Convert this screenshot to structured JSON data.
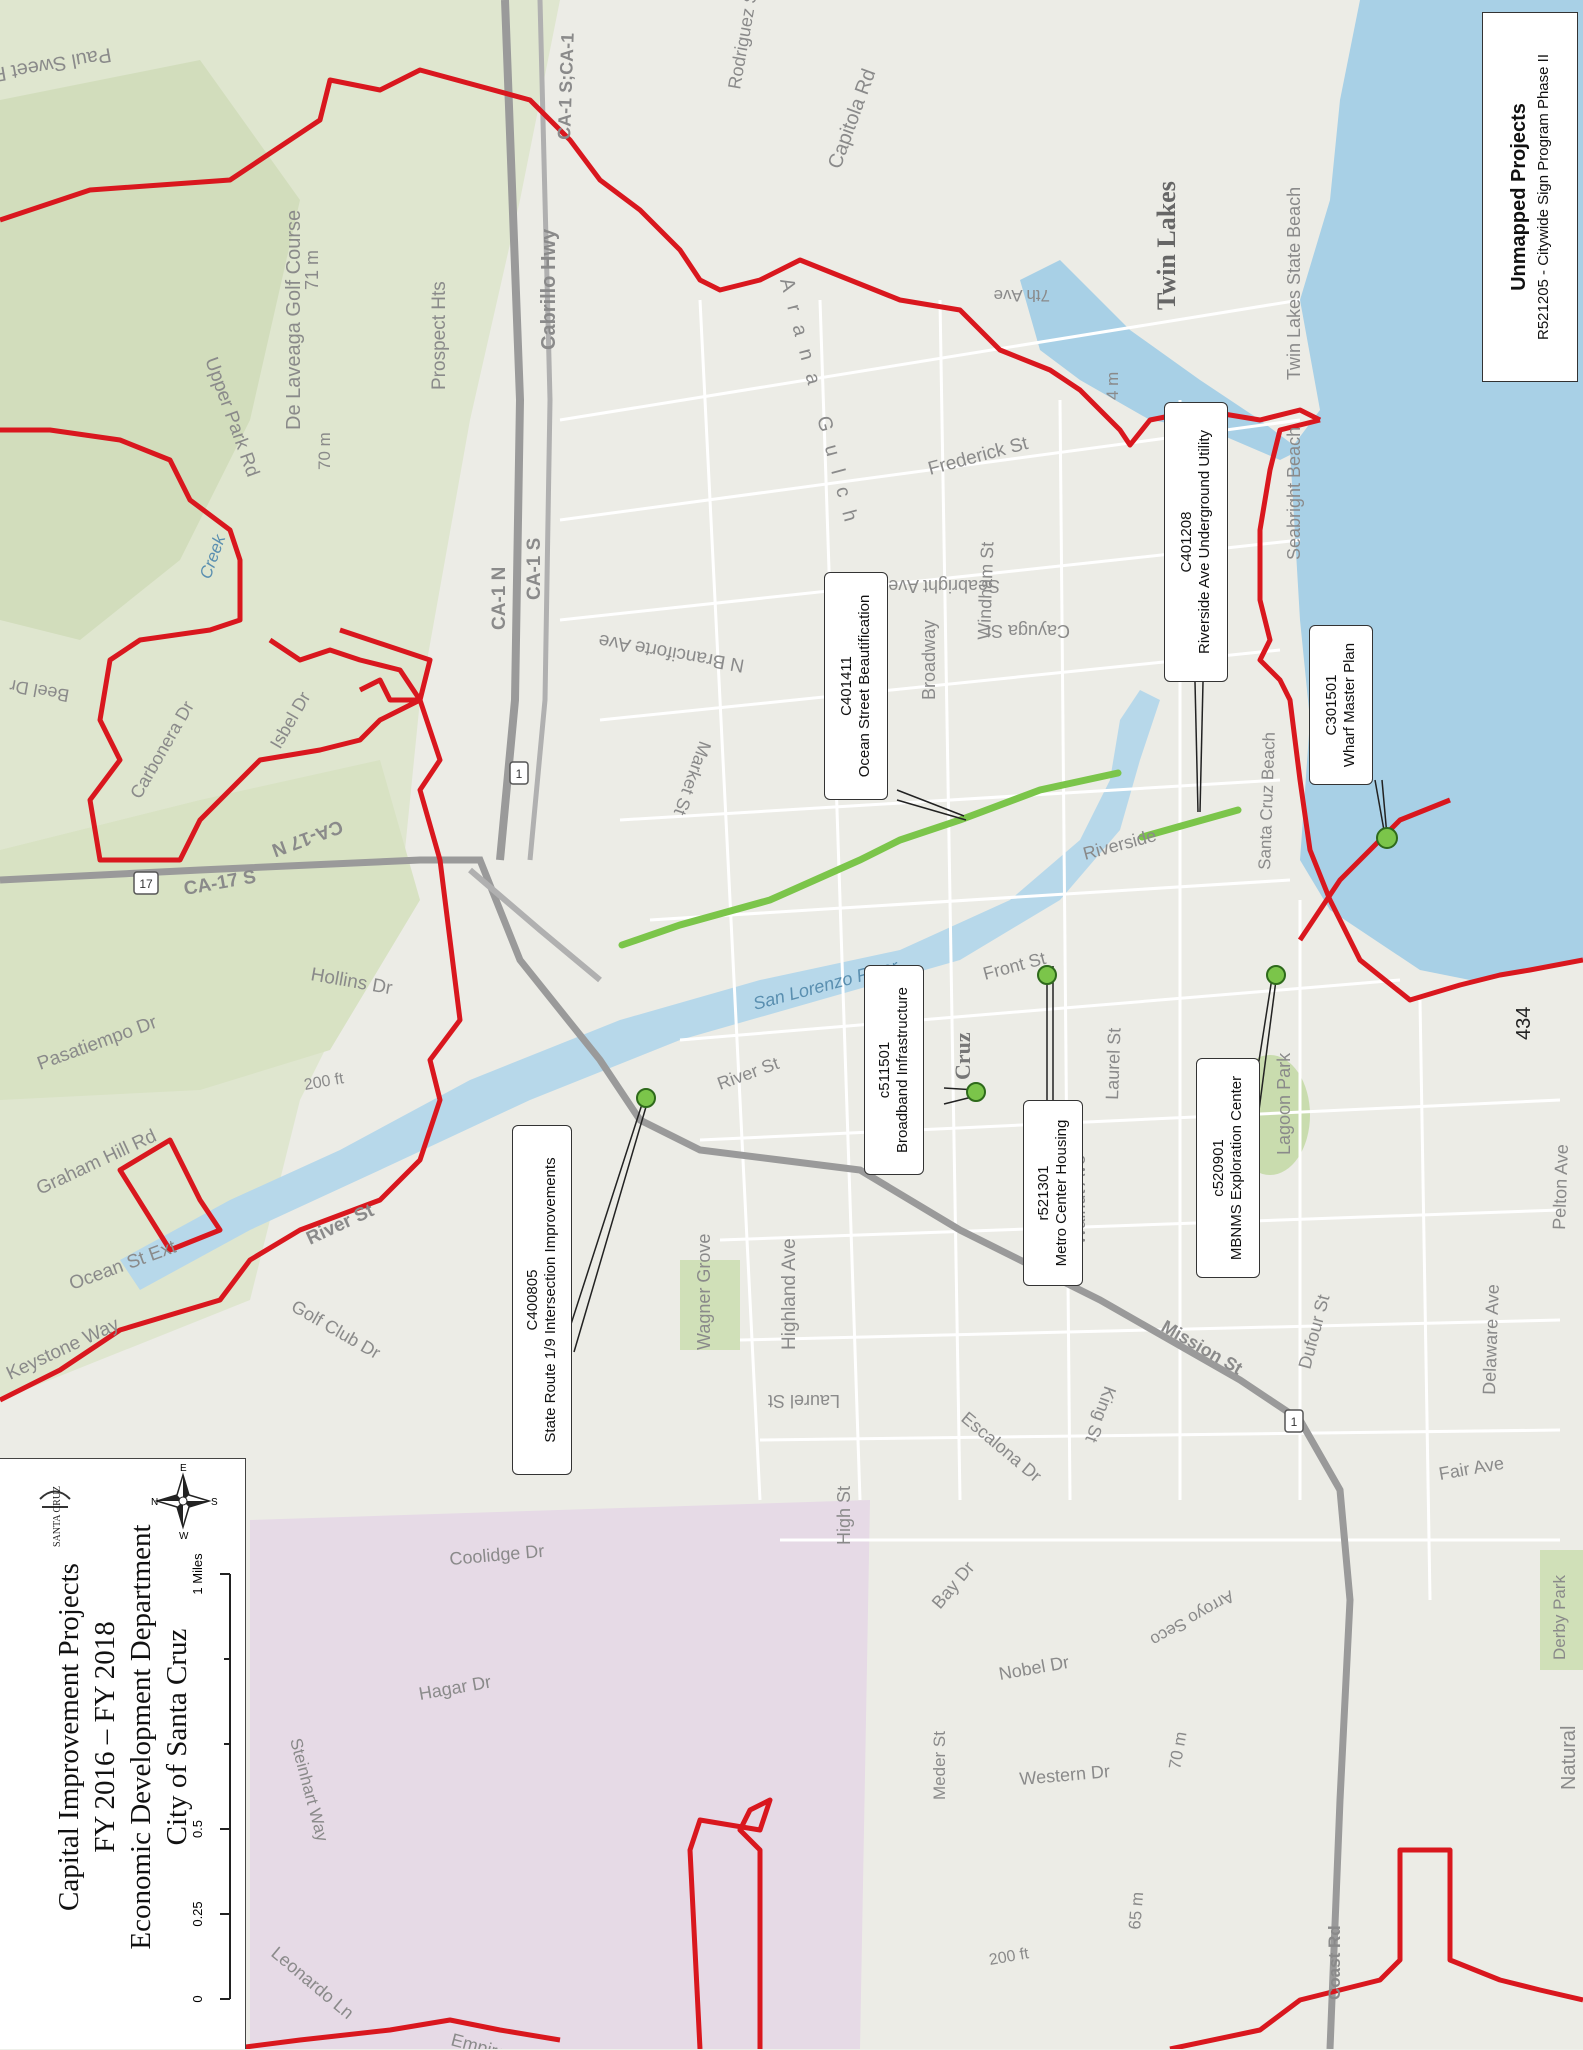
{
  "map": {
    "title_lines": [
      "Capital Improvement Projects",
      "FY 2016 – FY 2018",
      "Economic Development Department",
      "City of Santa Cruz"
    ],
    "logo_text": "SANTA CRUZ",
    "compass": {
      "n": "N",
      "s": "S",
      "e": "E",
      "w": "W"
    },
    "scale_bar": {
      "ticks": [
        "0",
        "0.25",
        "0.5",
        "1 Miles"
      ]
    },
    "unmapped": {
      "heading": "Unmapped Projects",
      "item": "R521205 - Citywide Sign Program Phase II"
    },
    "projects": [
      {
        "code": "C400805",
        "name": "State Route 1/9 Intersection Improvements"
      },
      {
        "code": "c511501",
        "name": "Broadband Infrastructure"
      },
      {
        "code": "r521301",
        "name": "Metro Center Housing"
      },
      {
        "code": "c520901",
        "name": "MBNMS Exploration Center"
      },
      {
        "code": "C401411",
        "name": "Ocean Street Beautification"
      },
      {
        "code": "C401208",
        "name": "Riverside Ave Underground Utility"
      },
      {
        "code": "C301501",
        "name": "Wharf Master Plan"
      }
    ],
    "place_labels": {
      "twin_lakes": "Twin Lakes",
      "twin_lakes_beach": "Twin Lakes State Beach",
      "seabright_beach": "Seabright Beach",
      "de_laveaga": "De Laveaga Golf Course",
      "lagoon_park": "Lagoon Park",
      "wagner_grove": "Wagner Grove",
      "derby_park": "Derby Park",
      "natural": "Natural",
      "cruz": "Cruz",
      "number_434": "434"
    },
    "street_labels": {
      "paul_sweet": "Paul Sweet Rd",
      "rodriguez": "Rodriguez St",
      "capitola": "Capitola Rd",
      "ca1_top": "CA-1 S;CA-1",
      "cabrillo": "Cabrillo Hwy",
      "prospect": "Prospect Hts",
      "upper_park": "Upper Park Rd",
      "ca1s": "CA-1 S",
      "ca1n": "CA-1 N",
      "frederick": "Frederick St",
      "seventh": "7th Ave",
      "windham": "Windham St",
      "seabright_ave": "Seabright Ave",
      "broadway": "Broadway",
      "cayuga": "Cayuga St",
      "branciforte": "N Branciforte Ave",
      "market": "Market St",
      "beel": "Beel Dr",
      "carbonera": "Carbonera Dr",
      "isbel": "Isbel Dr",
      "ca17n": "CA-17 N",
      "ca17s": "CA-17 S",
      "hollins": "Hollins Dr",
      "pasatiempo": "Pasatiempo Dr",
      "graham_hill": "Graham Hill Rd",
      "ocean_ext": "Ocean St Ext",
      "river_st": "River St",
      "river_st2": "River St",
      "keystone": "Keystone Way",
      "golf_club": "Golf Club Dr",
      "san_lorenzo": "San Lorenzo River",
      "front": "Front St",
      "laurel": "Laurel St",
      "walnut": "Walnut Ave",
      "highland": "Highland Ave",
      "laurel_w": "Laurel St",
      "high": "High St",
      "king": "King St",
      "mission": "Mission St",
      "escalona": "Escalona Dr",
      "dufour": "Dufour St",
      "delaware": "Delaware Ave",
      "pelton": "Pelton Ave",
      "fair": "Fair Ave",
      "coolidge": "Coolidge Dr",
      "bay": "Bay Dr",
      "nobel": "Nobel Dr",
      "arroyo": "Arroyo Seco",
      "hagar": "Hagar Dr",
      "steinhart": "Steinhart Way",
      "western": "Western Dr",
      "meder": "Meder St",
      "leonardo": "Leonardo Ln",
      "empire": "Empire Grade",
      "coast": "Coast Rd",
      "riverside": "Riverside",
      "santa_cruz_beach": "Santa Cruz Beach",
      "arana": "Arana Gulch",
      "elev_71": "71 m",
      "elev_70": "70 m",
      "elev_200": "200 ft",
      "elev_70b": "70 m",
      "elev_65": "65 m",
      "elev_200b": "200 ft",
      "elev_4": "4 m",
      "creek": "Creek",
      "hwy1": "1",
      "hwy17": "17"
    }
  }
}
